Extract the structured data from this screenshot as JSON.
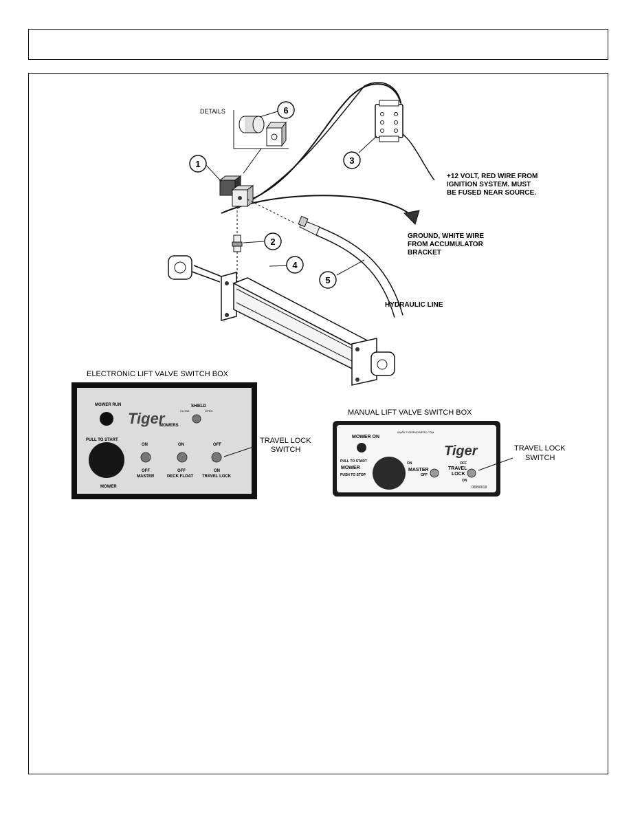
{
  "diagram": {
    "details_label": "DETAILS",
    "callouts": [
      "1",
      "2",
      "3",
      "4",
      "5",
      "6"
    ],
    "power_note": [
      "+12 VOLT, RED WIRE FROM",
      "IGNITION SYSTEM.  MUST",
      "BE FUSED NEAR SOURCE."
    ],
    "ground_note": [
      "GROUND, WHITE WIRE",
      "FROM ACCUMULATOR",
      "BRACKET"
    ],
    "hydraulic_label": "HYDRAULIC LINE"
  },
  "electronic_box": {
    "title": "ELECTRONIC LIFT VALVE SWITCH BOX",
    "mower_run": "MOWER RUN",
    "brand": "Tiger",
    "brand_sub": "MOWERS",
    "shield": "SHIELD",
    "shield_close": "CLOSE",
    "shield_open": "OPEN",
    "pull_to_start": "PULL TO START",
    "mower": "MOWER",
    "switches": [
      {
        "top": "ON",
        "bottom1": "OFF",
        "bottom2": "MASTER"
      },
      {
        "top": "ON",
        "bottom1": "OFF",
        "bottom2": "DECK FLOAT"
      },
      {
        "top": "OFF",
        "bottom1": "ON",
        "bottom2": "TRAVEL LOCK"
      }
    ],
    "callout": [
      "TRAVEL LOCK",
      "SWITCH"
    ]
  },
  "manual_box": {
    "title": "MANUAL LIFT VALVE SWITCH BOX",
    "mower_on": "MOWER ON",
    "website": "WWW.TIGERMOWERS.COM",
    "brand": "Tiger",
    "pull_to_start": "PULL TO START",
    "mower": "MOWER",
    "push_to": "PUSH TO STOP",
    "master_on": "ON",
    "master": "MASTER",
    "master_off": "OFF",
    "travel_off": "OFF",
    "travel": "TRAVEL",
    "lock": "LOCK",
    "travel_on": "ON",
    "part_no": "06550019",
    "callout": [
      "TRAVEL LOCK",
      "SWITCH"
    ]
  }
}
